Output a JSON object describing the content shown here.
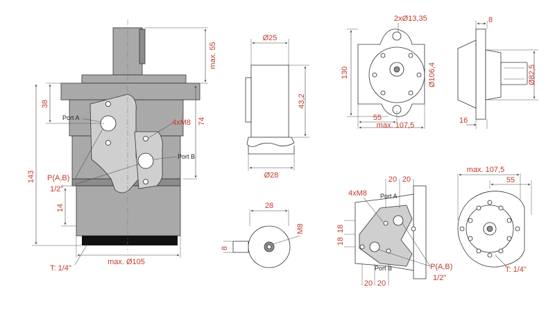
{
  "view_main": {
    "max_55": "max. 55",
    "d38": "38",
    "d74": "74",
    "d143": "143",
    "d14": "14",
    "port_a": "Port A",
    "port_b": "Port B",
    "four_m8": "4xM8",
    "pab": "P(A,B)",
    "half_inch": "1/2\"",
    "t_quarter": "T: 1/4\"",
    "max_d105": "max. Ø105"
  },
  "view_shaft": {
    "d25": "Ø25",
    "d43_2": "43,2",
    "d28": "Ø28"
  },
  "view_shaft_end": {
    "d28": "28",
    "m8": "M8",
    "d8": "8"
  },
  "view_flange_front": {
    "holes": "2xØ13,35",
    "d130": "130",
    "d106_4": "Ø106,4",
    "d55": "55",
    "max_107_5": "max. 107,5"
  },
  "view_flange_side": {
    "d8": "8",
    "d82_5": "Ø82,5",
    "d16": "16"
  },
  "view_ports_side": {
    "four_m8": "4xM8",
    "d20a": "20",
    "d20b": "20",
    "port_a": "Port A",
    "d18a": "18",
    "d18b": "18",
    "port_b": "Port B",
    "d20c": "20",
    "d20d": "20",
    "pab": "P(A,B)",
    "half_inch": "1/2\""
  },
  "view_rear": {
    "max_107_5": "max. 107,5",
    "d55": "55",
    "t_quarter": "T: 1/4\""
  }
}
